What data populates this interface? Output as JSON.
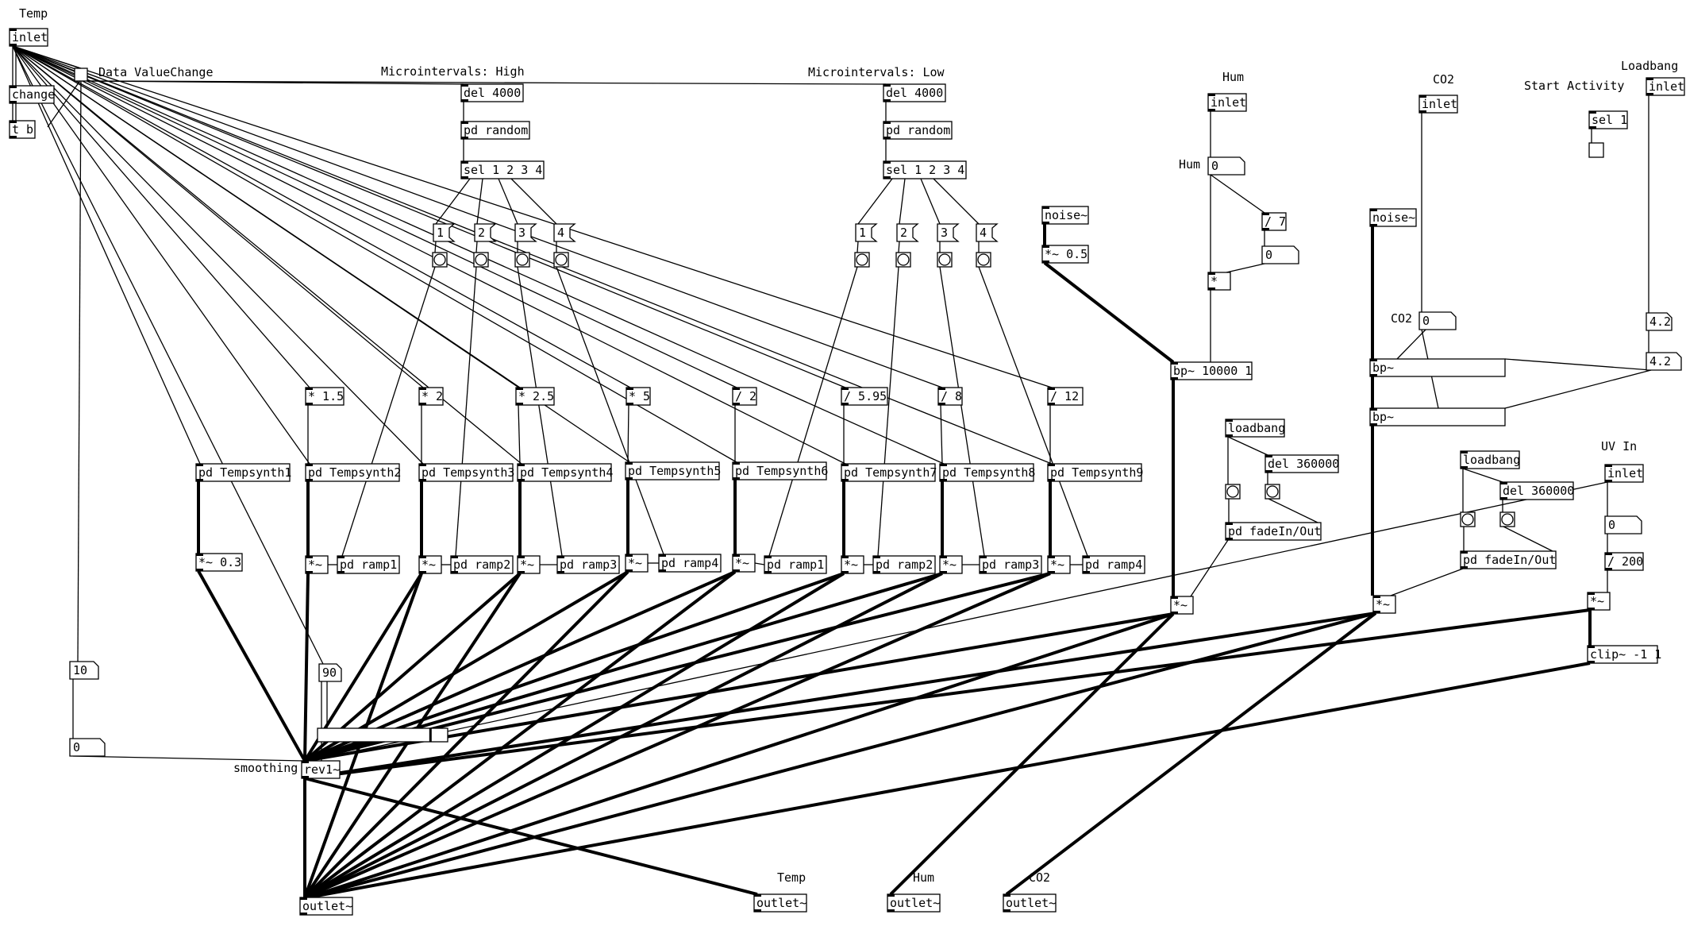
{
  "comments": [
    {
      "id": "c-temp",
      "text": "Temp"
    },
    {
      "id": "c-data",
      "text": "Data ValueChange"
    },
    {
      "id": "c-high",
      "text": "Microintervals: High"
    },
    {
      "id": "c-low",
      "text": "Microintervals: Low"
    },
    {
      "id": "c-hum",
      "text": "Hum"
    },
    {
      "id": "c-co2",
      "text": "CO2"
    },
    {
      "id": "c-loadbang",
      "text": "Loadbang"
    },
    {
      "id": "c-start",
      "text": "Start Activity"
    },
    {
      "id": "c-hum2",
      "text": "Hum"
    },
    {
      "id": "c-co2b",
      "text": "CO2"
    },
    {
      "id": "c-uv",
      "text": "UV In"
    },
    {
      "id": "c-smoothing",
      "text": "smoothing"
    },
    {
      "id": "c-out-temp",
      "text": "Temp"
    },
    {
      "id": "c-out-hum",
      "text": "Hum"
    },
    {
      "id": "c-out-co2",
      "text": "CO2"
    }
  ],
  "objects": [
    {
      "id": "o-inlet-temp",
      "text": "inlet"
    },
    {
      "id": "o-change",
      "text": "change"
    },
    {
      "id": "o-tb",
      "text": "t b"
    },
    {
      "id": "o-del-hi",
      "text": "del 4000"
    },
    {
      "id": "o-rand-hi",
      "text": "pd random"
    },
    {
      "id": "o-sel-hi",
      "text": "sel 1 2 3 4"
    },
    {
      "id": "o-del-lo",
      "text": "del 4000"
    },
    {
      "id": "o-rand-lo",
      "text": "pd random"
    },
    {
      "id": "o-sel-lo",
      "text": "sel 1 2 3 4"
    },
    {
      "id": "o-m1",
      "text": "* 1.5"
    },
    {
      "id": "o-m2",
      "text": "* 2"
    },
    {
      "id": "o-m3",
      "text": "* 2.5"
    },
    {
      "id": "o-m4",
      "text": "* 5"
    },
    {
      "id": "o-d1",
      "text": "/ 2"
    },
    {
      "id": "o-d2",
      "text": "/ 5.95"
    },
    {
      "id": "o-d3",
      "text": "/ 8"
    },
    {
      "id": "o-d4",
      "text": "/ 12"
    },
    {
      "id": "o-ts1",
      "text": "pd Tempsynth1"
    },
    {
      "id": "o-ts2",
      "text": "pd Tempsynth2"
    },
    {
      "id": "o-ts3",
      "text": "pd Tempsynth3"
    },
    {
      "id": "o-ts4",
      "text": "pd Tempsynth4"
    },
    {
      "id": "o-ts5",
      "text": "pd Tempsynth5"
    },
    {
      "id": "o-ts6",
      "text": "pd Tempsynth6"
    },
    {
      "id": "o-ts7",
      "text": "pd Tempsynth7"
    },
    {
      "id": "o-ts8",
      "text": "pd Tempsynth8"
    },
    {
      "id": "o-ts9",
      "text": "pd Tempsynth9"
    },
    {
      "id": "o-mul03",
      "text": "*~ 0.3"
    },
    {
      "id": "o-mul2",
      "text": "*~"
    },
    {
      "id": "o-ramp1a",
      "text": "pd ramp1"
    },
    {
      "id": "o-mul3",
      "text": "*~"
    },
    {
      "id": "o-ramp2a",
      "text": "pd ramp2"
    },
    {
      "id": "o-mul4",
      "text": "*~"
    },
    {
      "id": "o-ramp3a",
      "text": "pd ramp3"
    },
    {
      "id": "o-mul5",
      "text": "*~"
    },
    {
      "id": "o-ramp4a",
      "text": "pd ramp4"
    },
    {
      "id": "o-mul6",
      "text": "*~"
    },
    {
      "id": "o-ramp1b",
      "text": "pd ramp1"
    },
    {
      "id": "o-mul7",
      "text": "*~"
    },
    {
      "id": "o-ramp2b",
      "text": "pd ramp2"
    },
    {
      "id": "o-mul8",
      "text": "*~"
    },
    {
      "id": "o-ramp3b",
      "text": "pd ramp3"
    },
    {
      "id": "o-mul9",
      "text": "*~"
    },
    {
      "id": "o-ramp4b",
      "text": "pd ramp4"
    },
    {
      "id": "o-rev",
      "text": "rev1~"
    },
    {
      "id": "o-outlet1",
      "text": "outlet~"
    },
    {
      "id": "o-outlet2",
      "text": "outlet~"
    },
    {
      "id": "o-outlet3",
      "text": "outlet~"
    },
    {
      "id": "o-outlet4",
      "text": "outlet~"
    },
    {
      "id": "o-noise1",
      "text": "noise~"
    },
    {
      "id": "o-noisemul",
      "text": "*~ 0.5"
    },
    {
      "id": "o-inlet-hum",
      "text": "inlet"
    },
    {
      "id": "o-div7",
      "text": "/ 7"
    },
    {
      "id": "o-mulhum",
      "text": "*"
    },
    {
      "id": "o-bp1",
      "text": "bp~ 10000 1"
    },
    {
      "id": "o-loadbang1",
      "text": "loadbang"
    },
    {
      "id": "o-del360a",
      "text": "del 360000"
    },
    {
      "id": "o-fade1",
      "text": "pd fadeIn/Out"
    },
    {
      "id": "o-mulhum2",
      "text": "*~"
    },
    {
      "id": "o-inlet-co2",
      "text": "inlet"
    },
    {
      "id": "o-noise2",
      "text": "noise~"
    },
    {
      "id": "o-bp2",
      "text": "bp~"
    },
    {
      "id": "o-bp3",
      "text": "bp~"
    },
    {
      "id": "o-loadbang2",
      "text": "loadbang"
    },
    {
      "id": "o-del360b",
      "text": "del 360000"
    },
    {
      "id": "o-fade2",
      "text": "pd fadeIn/Out"
    },
    {
      "id": "o-mulco2",
      "text": "*~"
    },
    {
      "id": "o-inlet-load",
      "text": "inlet"
    },
    {
      "id": "o-sel1",
      "text": "sel 1"
    },
    {
      "id": "o-inlet-uv",
      "text": "inlet"
    },
    {
      "id": "o-div200",
      "text": "/ 200"
    },
    {
      "id": "o-muluv",
      "text": "*~"
    },
    {
      "id": "o-clip",
      "text": "clip~ -1 1"
    }
  ],
  "messages": [
    {
      "id": "mh1",
      "text": "1"
    },
    {
      "id": "mh2",
      "text": "2"
    },
    {
      "id": "mh3",
      "text": "3"
    },
    {
      "id": "mh4",
      "text": "4"
    },
    {
      "id": "ml1",
      "text": "1"
    },
    {
      "id": "ml2",
      "text": "2"
    },
    {
      "id": "ml3",
      "text": "3"
    },
    {
      "id": "ml4",
      "text": "4"
    }
  ],
  "numbers": [
    {
      "id": "n-10",
      "text": "10"
    },
    {
      "id": "n-0a",
      "text": "0"
    },
    {
      "id": "n-90",
      "text": "90"
    },
    {
      "id": "n-hum",
      "text": "0"
    },
    {
      "id": "n-hum2",
      "text": "0"
    },
    {
      "id": "n-co2",
      "text": "0"
    },
    {
      "id": "n-42a",
      "text": "4.2"
    },
    {
      "id": "n-42b",
      "text": "4.2"
    },
    {
      "id": "n-uv",
      "text": "0"
    }
  ],
  "labels": [
    {
      "id": "l-hum",
      "text": "Hum"
    },
    {
      "id": "l-co2",
      "text": "CO2"
    }
  ],
  "slider": {
    "id": "hslider",
    "value": 0.88
  },
  "bang_names": [
    "bang-bh1",
    "bang-bh2",
    "bang-bh3",
    "bang-bh4",
    "bang-bl1",
    "bang-bl2",
    "bang-bl3",
    "bang-bl4",
    "bang-lb1a",
    "bang-lb1b",
    "bang-lb2a",
    "bang-lb2b"
  ],
  "toggle_names": [
    "toggle-change",
    "toggle-start"
  ]
}
